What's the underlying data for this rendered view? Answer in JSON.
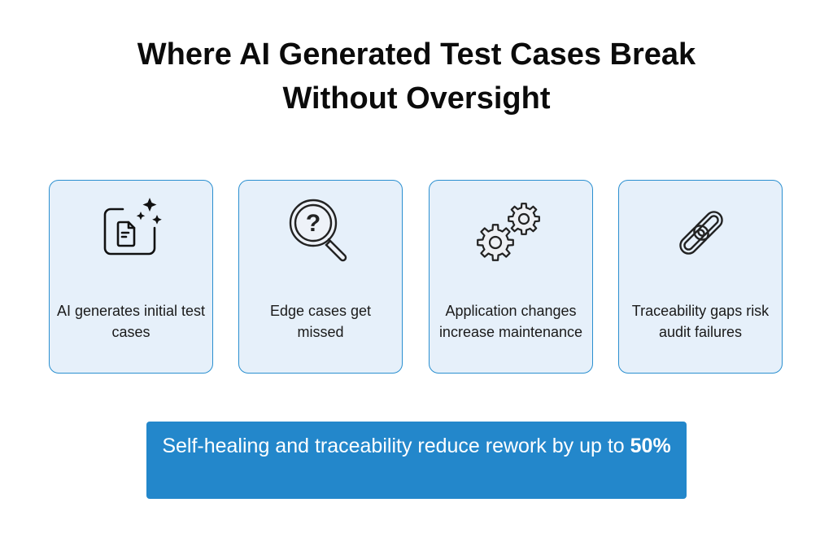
{
  "title_line1": "Where AI Generated Test Cases Break",
  "title_line2": "Without Oversight",
  "cards": [
    {
      "icon": "ai-document-sparkle-icon",
      "label": "AI generates initial test cases"
    },
    {
      "icon": "magnifier-question-icon",
      "label": "Edge cases get missed"
    },
    {
      "icon": "gears-icon",
      "label": "Application changes increase maintenance"
    },
    {
      "icon": "chain-link-icon",
      "label": "Traceability gaps risk audit failures"
    }
  ],
  "banner": {
    "text": "Self-healing and traceability reduce rework by up to ",
    "highlight": "50%"
  },
  "colors": {
    "card_bg": "#e6f0fa",
    "card_border": "#2a8fd0",
    "banner_bg": "#2387cb"
  }
}
